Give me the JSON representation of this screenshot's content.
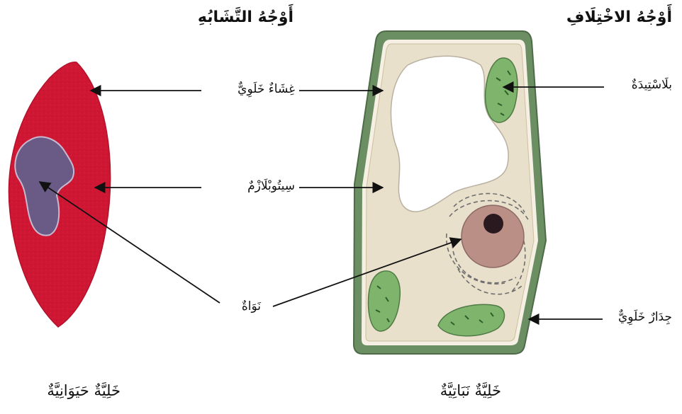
{
  "headings": {
    "similarities": "أَوْجُهُ التَّشَابُهِ",
    "differences": "أَوْجُهُ الاخْتِلَافِ"
  },
  "labels": {
    "membrane": "غِشَاءٌ خَلَوِيٌّ",
    "cytoplasm": "سِيتُوبْلَازْمٌ",
    "nucleus": "نَوَاةٌ",
    "chloroplast": "بلَاسْتِيدَةٌ",
    "cell_wall": "جِدَارٌ خَلَوِيٌّ"
  },
  "captions": {
    "animal_cell": "خَلِيَّةٌ حَيَوَانِيَّةٌ",
    "plant_cell": "خَلِيَّةٌ نَبَاتِيَّةٌ"
  },
  "colors": {
    "animal_cytoplasm": "#cf1734",
    "animal_nucleus": "#6a5a86",
    "plant_wall": "#6b8f63",
    "plant_cytoplasm": "#e9e0cc",
    "vacuole": "#ffffff",
    "plant_nucleus": "#b98f86",
    "nucleolus": "#2a1a1f",
    "chloroplast": "#7fb46c",
    "arrow": "#111111"
  }
}
